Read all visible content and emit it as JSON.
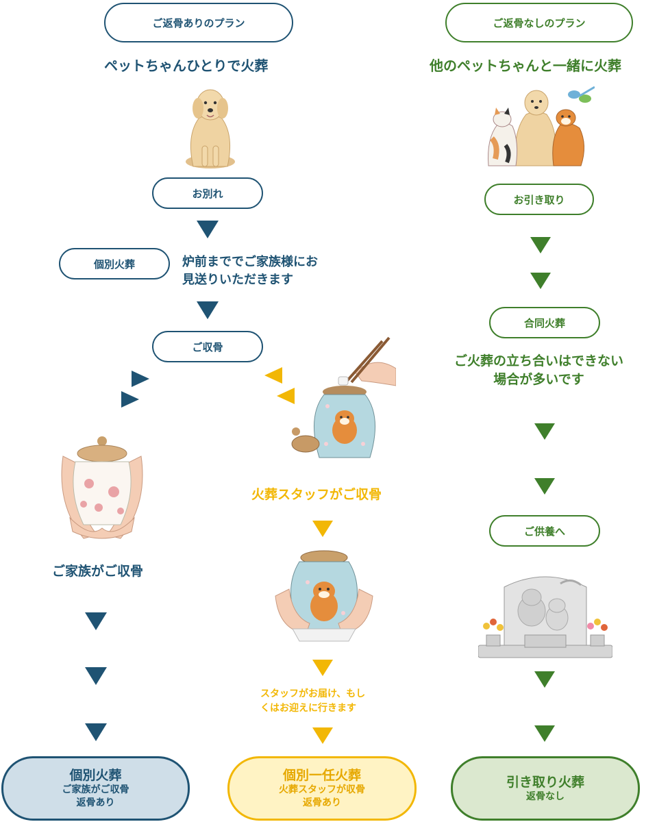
{
  "left_plan": {
    "header": "ご返骨ありのプラン",
    "subtitle": "ペットちゃんひとりで火葬",
    "step_farewell": "お別れ",
    "step_individual": "個別火葬",
    "note_line1": "炉前まででご家族様にお",
    "note_line2": "見送りいただきます",
    "step_collect": "ご収骨",
    "family_collect": "ご家族がご収骨",
    "staff_collect": "火葬スタッフがご収骨",
    "delivery_line1": "スタッフがお届け、もし",
    "delivery_line2": "くはお迎えに行きます",
    "final_individual": {
      "title": "個別火葬",
      "line1": "ご家族がご収骨",
      "line2": "返骨あり"
    },
    "final_entrusted": {
      "title": "個別一任火葬",
      "line1": "火葬スタッフが収骨",
      "line2": "返骨あり"
    }
  },
  "right_plan": {
    "header": "ご返骨なしのプラン",
    "subtitle": "他のペットちゃんと一緒に火葬",
    "step_pickup": "お引き取り",
    "step_joint": "合同火葬",
    "note_line1": "ご火葬の立ち合いはできない",
    "note_line2": "場合が多いです",
    "step_memorial": "ご供養へ",
    "final_pickup": {
      "title": "引き取り火葬",
      "line1": "返骨なし"
    }
  },
  "colors": {
    "blue": "#1f5373",
    "green": "#3f7f2b",
    "yellow": "#f2b705"
  },
  "illustrations": [
    "golden-retriever",
    "pets-group",
    "urn-hands-floral",
    "urn-shiba-chopsticks",
    "urn-shiba-held",
    "memorial-stone"
  ]
}
